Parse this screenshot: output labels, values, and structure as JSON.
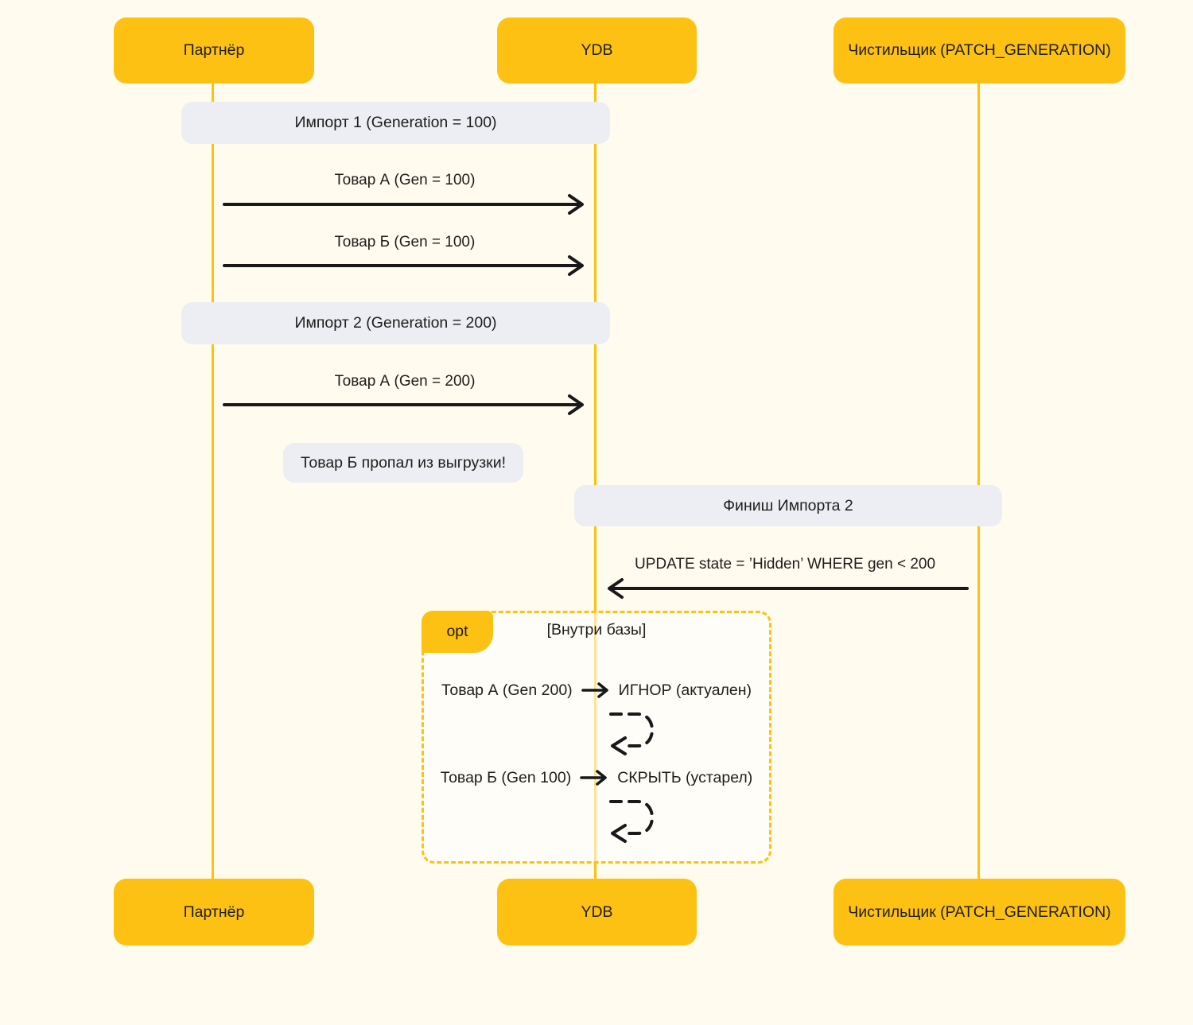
{
  "colors": {
    "accent_yellow": "#FDC113",
    "note_gray": "#ECEEF3",
    "background_cream": "#FFFBEF",
    "text": "#1D1D1B",
    "arrow_black": "#19181A"
  },
  "diagram": {
    "type": "sequence",
    "actors": [
      {
        "id": "partner",
        "label": "Партнёр"
      },
      {
        "id": "ydb",
        "label": "YDB"
      },
      {
        "id": "cleaner",
        "label": "Чистильщик (PATCH_GENERATION)"
      }
    ],
    "notes": [
      {
        "text": "Импорт 1 (Generation = 100)",
        "over": "Партнёр, YDB"
      },
      {
        "text": "Импорт 2 (Generation = 200)",
        "over": "Партнёр, YDB"
      },
      {
        "text": "Товар Б пропал из выгрузки!",
        "over": "Партнёр, YDB"
      },
      {
        "text": "Финиш Импорта 2",
        "over": "YDB, Чистильщик"
      }
    ],
    "messages": [
      {
        "from": "Партнёр",
        "to": "YDB",
        "direction": "right",
        "label": "Товар А (Gen = 100)"
      },
      {
        "from": "Партнёр",
        "to": "YDB",
        "direction": "right",
        "label": "Товар Б (Gen = 100)"
      },
      {
        "from": "Партнёр",
        "to": "YDB",
        "direction": "right",
        "label": "Товар А (Gen = 200)"
      },
      {
        "from": "Чистильщик (PATCH_GENERATION)",
        "to": "YDB",
        "direction": "left",
        "label": "UPDATE state = ’Hidden’ WHERE gen < 200"
      }
    ],
    "fragment": {
      "operator": "opt",
      "guard": "[Внутри базы]",
      "rows": [
        {
          "input": "Товар А (Gen 200)",
          "result": "ИГНОР (актуален)"
        },
        {
          "input": "Товар Б (Gen 100)",
          "result": "СКРЫТЬ (устарел)"
        }
      ]
    }
  }
}
